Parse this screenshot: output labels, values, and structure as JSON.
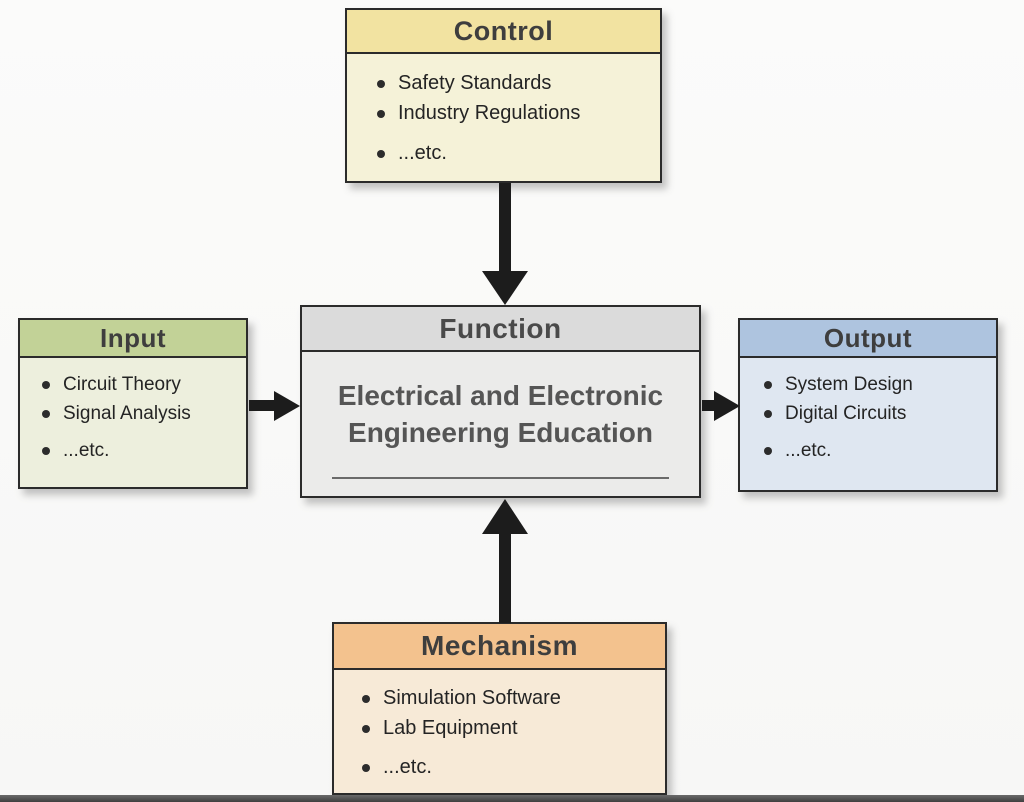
{
  "boxes": {
    "function": {
      "title": "Function",
      "body": "Electrical and Electronic Engineering Education",
      "header_color": "#dbdbdb",
      "body_color": "#ebebea"
    },
    "control": {
      "title": "Control",
      "items": [
        "Safety Standards",
        "Industry Regulations",
        "...etc."
      ],
      "header_color": "#f2e3a1",
      "body_color": "#f5f2d8"
    },
    "input": {
      "title": "Input",
      "items": [
        "Circuit Theory",
        "Signal Analysis",
        "...etc."
      ],
      "header_color": "#c2d297",
      "body_color": "#edefdd"
    },
    "output": {
      "title": "Output",
      "items": [
        "System Design",
        "Digital Circuits",
        "...etc."
      ],
      "header_color": "#aec4df",
      "body_color": "#dfe7f1"
    },
    "mechanism": {
      "title": "Mechanism",
      "items": [
        "Simulation Software",
        "Lab Equipment",
        "...etc."
      ],
      "header_color": "#f3c28e",
      "body_color": "#f7ead7"
    }
  },
  "arrows": {
    "color": "#1c1c1c",
    "edges": [
      {
        "from": "control",
        "to": "function",
        "direction": "down"
      },
      {
        "from": "input",
        "to": "function",
        "direction": "right"
      },
      {
        "from": "function",
        "to": "output",
        "direction": "right"
      },
      {
        "from": "mechanism",
        "to": "function",
        "direction": "up"
      }
    ]
  }
}
